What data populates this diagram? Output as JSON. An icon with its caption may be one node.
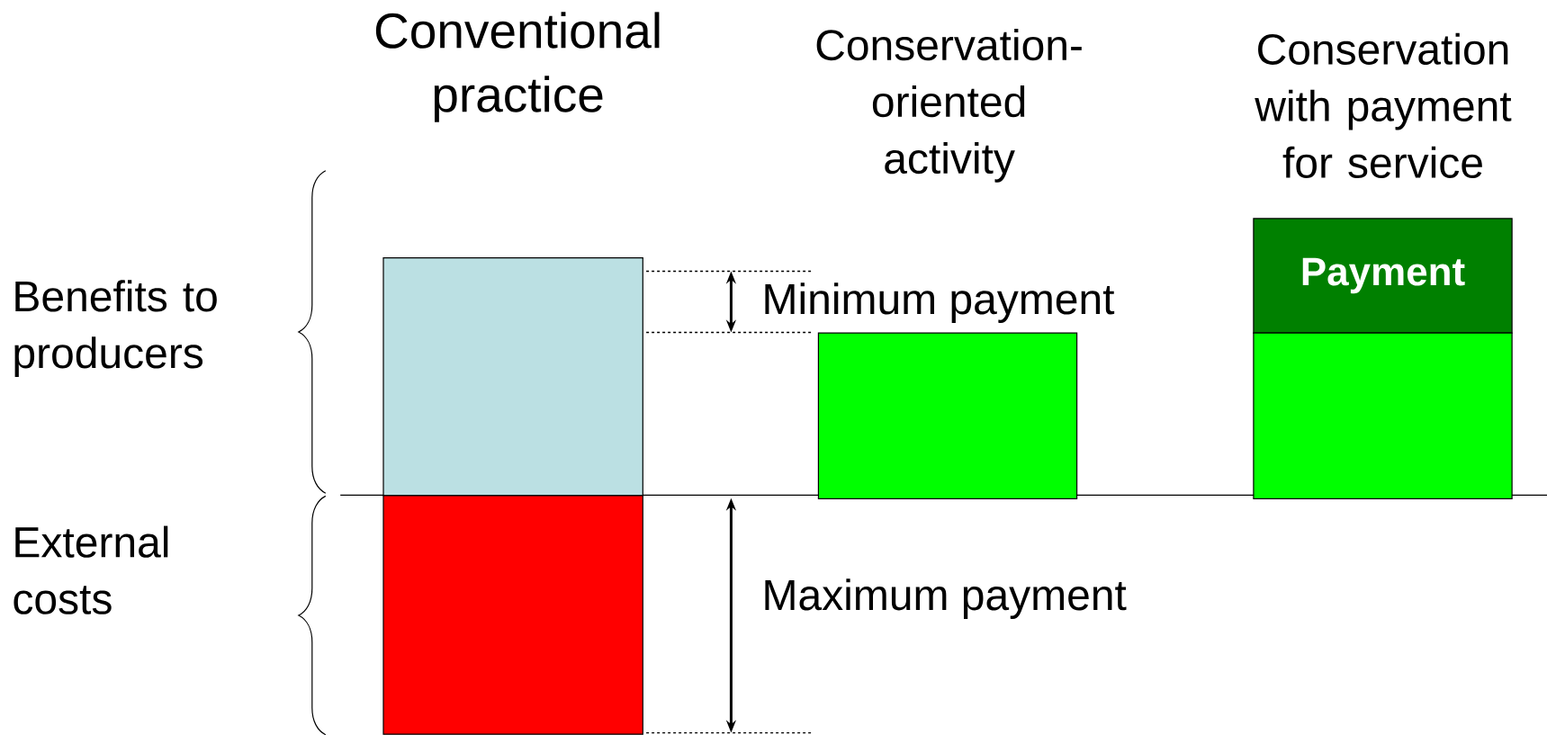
{
  "diagram": {
    "nodes": [
      {
        "text": [],
        "shape": "box"
      },
      {
        "text": [],
        "shape": "box"
      },
      {
        "text": [],
        "shape": "box"
      },
      {
        "text": [
          "Payment"
        ]
      },
      {
        "text": [],
        "shape": "box"
      }
    ],
    "labels": [
      "Conventional practice",
      "Conservation-oriented activity",
      "Conservation with payment for service",
      "Benefits to producers",
      "Minimum payment",
      "External costs",
      "Maximum payment"
    ]
  }
}
